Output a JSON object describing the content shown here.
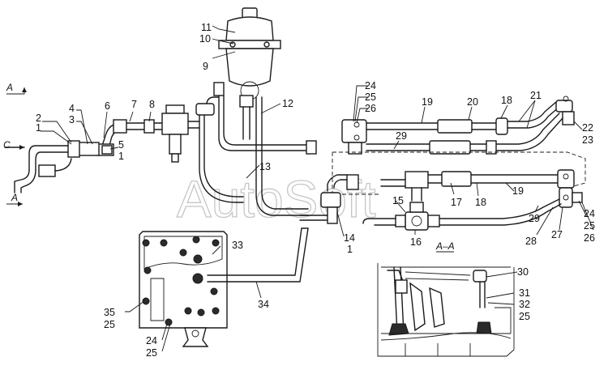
{
  "watermark": "AutoSoft",
  "section_labels": {
    "a_top": "A",
    "a_bottom": "A",
    "c_view": "C",
    "a_a": "A–A"
  },
  "callouts": {
    "n1": "1",
    "n2": "2",
    "n3": "3",
    "n4": "4",
    "n5": "5",
    "n1b": "1",
    "n6": "6",
    "n7": "7",
    "n8": "8",
    "n9": "9",
    "n10": "10",
    "n11": "11",
    "n12": "12",
    "n13": "13",
    "n14": "14",
    "n1c": "1",
    "n15": "15",
    "n16": "16",
    "n17": "17",
    "n18a": "18",
    "n19a": "19",
    "n18b": "18",
    "n19b": "19",
    "n20": "20",
    "n21": "21",
    "n22": "22",
    "n23": "23",
    "n24a": "24",
    "n25a": "25",
    "n26a": "26",
    "n29a": "29",
    "n24b": "24",
    "n25b": "25",
    "n26b": "26",
    "n27": "27",
    "n28": "28",
    "n29b": "29",
    "n30": "30",
    "n31": "31",
    "n32": "32",
    "n25c": "25",
    "n33": "33",
    "n34": "34",
    "n35": "35",
    "n25d": "25",
    "n24c": "24",
    "n25e": "25"
  }
}
